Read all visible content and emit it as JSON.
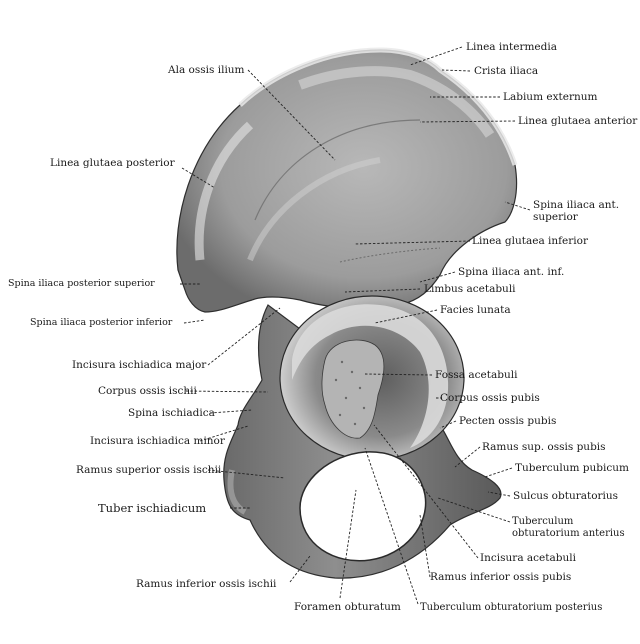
{
  "labels": {
    "linea_intermedia": "Linea intermedia",
    "crista_iliaca": "Crista iliaca",
    "ala_ossis_ilium": "Ala ossis ilium",
    "labium_externum": "Labium externum",
    "linea_glutaea_anterior": "Linea glutaea anterior",
    "linea_glutaea_posterior": "Linea glutaea posterior",
    "spina_iliaca_ant_superior_1": "Spina iliaca ant.",
    "spina_iliaca_ant_superior_2": "superior",
    "linea_glutaea_inferior": "Linea glutaea inferior",
    "spina_iliaca_ant_inf": "Spina iliaca ant. inf.",
    "limbus_acetabuli": "Limbus acetabuli",
    "spina_iliaca_posterior_superior": "Spina iliaca posterior superior",
    "facies_lunata": "Facies lunata",
    "spina_iliaca_posterior_inferior": "Spina iliaca posterior inferior",
    "incisura_ischiadica_major": "Incisura ischiadica major",
    "fossa_acetabuli": "Fossa acetabuli",
    "corpus_ossis_ischii": "Corpus ossis ischii",
    "corpus_ossis_pubis": "Corpus ossis pubis",
    "spina_ischiadica": "Spina ischiadica",
    "pecten_ossis_pubis": "Pecten ossis pubis",
    "incisura_ischiadica_minor": "Incisura ischiadica minor",
    "ramus_sup_ossis_pubis": "Ramus sup. ossis pubis",
    "tuberculum_pubicum": "Tuberculum pubicum",
    "ramus_superior_ossis_ischii": "Ramus superior ossis ischii",
    "sulcus_obturatorius": "Sulcus obturatorius",
    "tuber_ischiadicum": "Tuber ischiadicum",
    "tuberculum_obturatorium_anterius_1": "Tuberculum",
    "tuberculum_obturatorium_anterius_2": "obturatorium anterius",
    "incisura_acetabuli": "Incisura acetabuli",
    "ramus_inferior_ossis_ischii": "Ramus inferior ossis ischii",
    "ramus_inferior_ossis_pubis": "Ramus inferior ossis pubis",
    "foramen_obturatum": "Foramen obturatum",
    "tuberculum_obturatorium_posterius": "Tuberculum obturatorium posterius"
  },
  "colors": {
    "bone_light": "#d9d9d9",
    "bone_mid": "#9a9a9a",
    "bone_dark": "#4a4a4a",
    "leader": "#222222"
  }
}
